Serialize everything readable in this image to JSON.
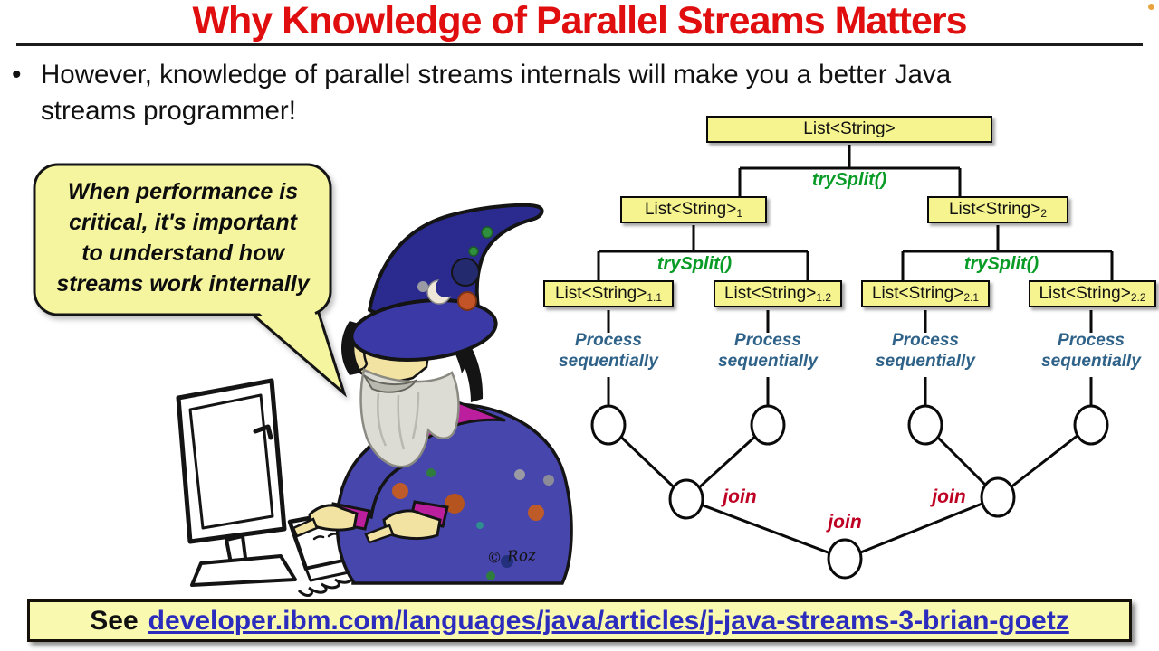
{
  "slide": {
    "title": "Why Knowledge of Parallel Streams Matters",
    "title_color": "#E00E0E",
    "bullet_marker": "•",
    "bullet_lines": [
      "However, knowledge of parallel streams internals will make you a better Java",
      "streams programmer!"
    ],
    "corner_dot_color": "#E8A33D"
  },
  "speech_bubble": {
    "fill": "#F5F5A0",
    "lines": [
      "When performance is",
      "critical, it's important",
      "to understand how",
      "streams work internally"
    ]
  },
  "wizard": {
    "signature": "© Roz"
  },
  "diagram": {
    "try_split_label": "trySplit()",
    "join_label": "join",
    "process_lines": [
      "Process",
      "sequentially"
    ],
    "nodes": {
      "root": {
        "label": "List<String>",
        "subscript": ""
      },
      "l1": {
        "label": "List<String>",
        "subscript": "1"
      },
      "l2": {
        "label": "List<String>",
        "subscript": "2"
      },
      "l11": {
        "label": "List<String>",
        "subscript": "1.1"
      },
      "l12": {
        "label": "List<String>",
        "subscript": "1.2"
      },
      "l21": {
        "label": "List<String>",
        "subscript": "2.1"
      },
      "l22": {
        "label": "List<String>",
        "subscript": "2.2"
      }
    },
    "colors": {
      "box_fill": "#F6F48F",
      "try_split_green": "#089B26",
      "process_blue": "#2F6288",
      "join_red": "#BE0023"
    }
  },
  "footer": {
    "prefix": "See",
    "link_text": "developer.ibm.com/languages/java/articles/j-java-streams-3-brian-goetz",
    "link_color": "#2B2BBE",
    "box_fill": "#F9F9B0"
  }
}
